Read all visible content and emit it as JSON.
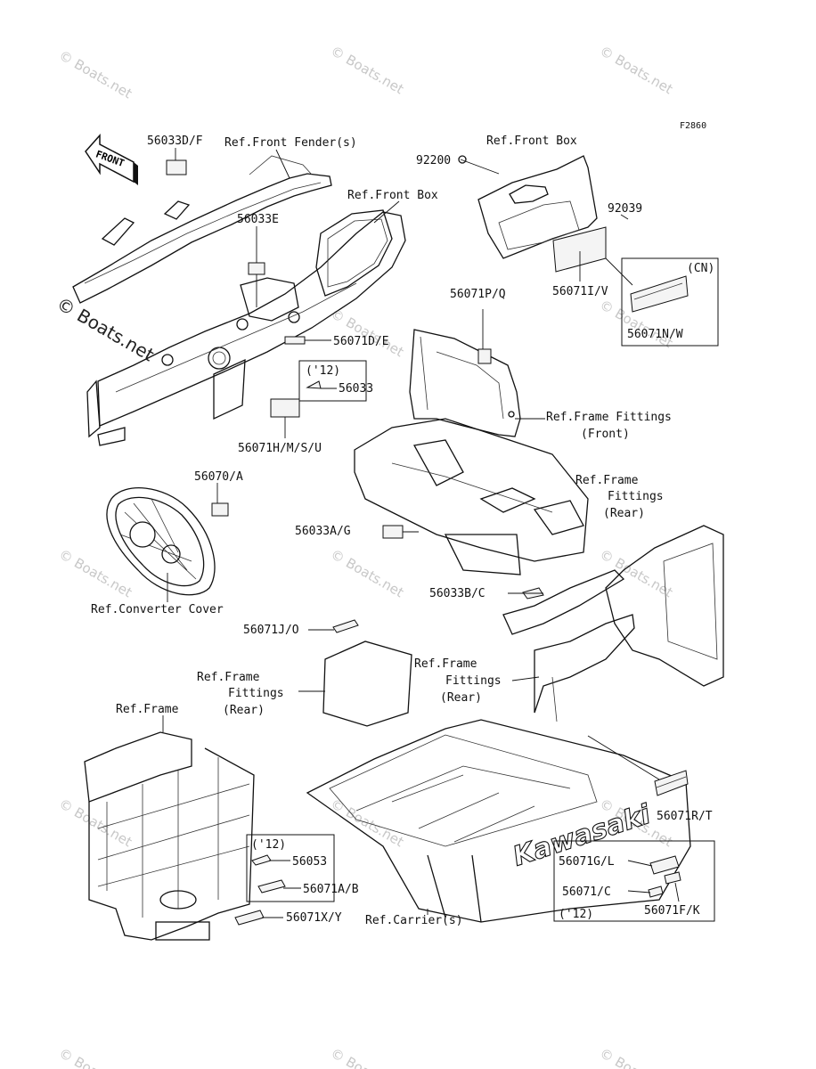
{
  "diagram": {
    "code": "F2860",
    "front_arrow": "FRONT",
    "brand": "Kawasaki",
    "watermark": "© Boats.net",
    "labels": {
      "l_56033DF": "56033D/F",
      "l_ref_front_fender": "Ref.Front Fender(s)",
      "l_ref_front_box_1": "Ref.Front Box",
      "l_ref_front_box_2": "Ref.Front Box",
      "l_92200": "92200",
      "l_92039": "92039",
      "l_56033E": "56033E",
      "l_56071IV": "56071I/V",
      "l_cn": "(CN)",
      "l_56071NW": "56071N/W",
      "l_56071PQ": "56071P/Q",
      "l_56071DE": "56071D/E",
      "l_12a": "('12)",
      "l_56033": "56033",
      "l_56071HMSU": "56071H/M/S/U",
      "l_ref_frame_fittings_front_1": "Ref.Frame Fittings",
      "l_ref_frame_fittings_front_2": "(Front)",
      "l_56070A": "56070/A",
      "l_ref_frame_fittings_rear_a1": "Ref.Frame",
      "l_ref_frame_fittings_rear_a2": "Fittings",
      "l_ref_frame_fittings_rear_a3": "(Rear)",
      "l_56033AG": "56033A/G",
      "l_56033BC": "56033B/C",
      "l_ref_converter_cover": "Ref.Converter Cover",
      "l_56071JO": "56071J/O",
      "l_ref_frame_fittings_rear_b1": "Ref.Frame",
      "l_ref_frame_fittings_rear_b2": "Fittings",
      "l_ref_frame_fittings_rear_b3": "(Rear)",
      "l_ref_frame_fittings_rear_c1": "Ref.Frame",
      "l_ref_frame_fittings_rear_c2": "Fittings",
      "l_ref_frame_fittings_rear_c3": "(Rear)",
      "l_ref_frame": "Ref.Frame",
      "l_56071RT": "56071R/T",
      "l_12b": "('12)",
      "l_56053": "56053",
      "l_56071AB": "56071A/B",
      "l_56071XY": "56071X/Y",
      "l_ref_carrier": "Ref.Carrier(s)",
      "l_56071GL": "56071G/L",
      "l_56071C": "56071/C",
      "l_12c": "('12)",
      "l_56071FK": "56071F/K"
    }
  }
}
